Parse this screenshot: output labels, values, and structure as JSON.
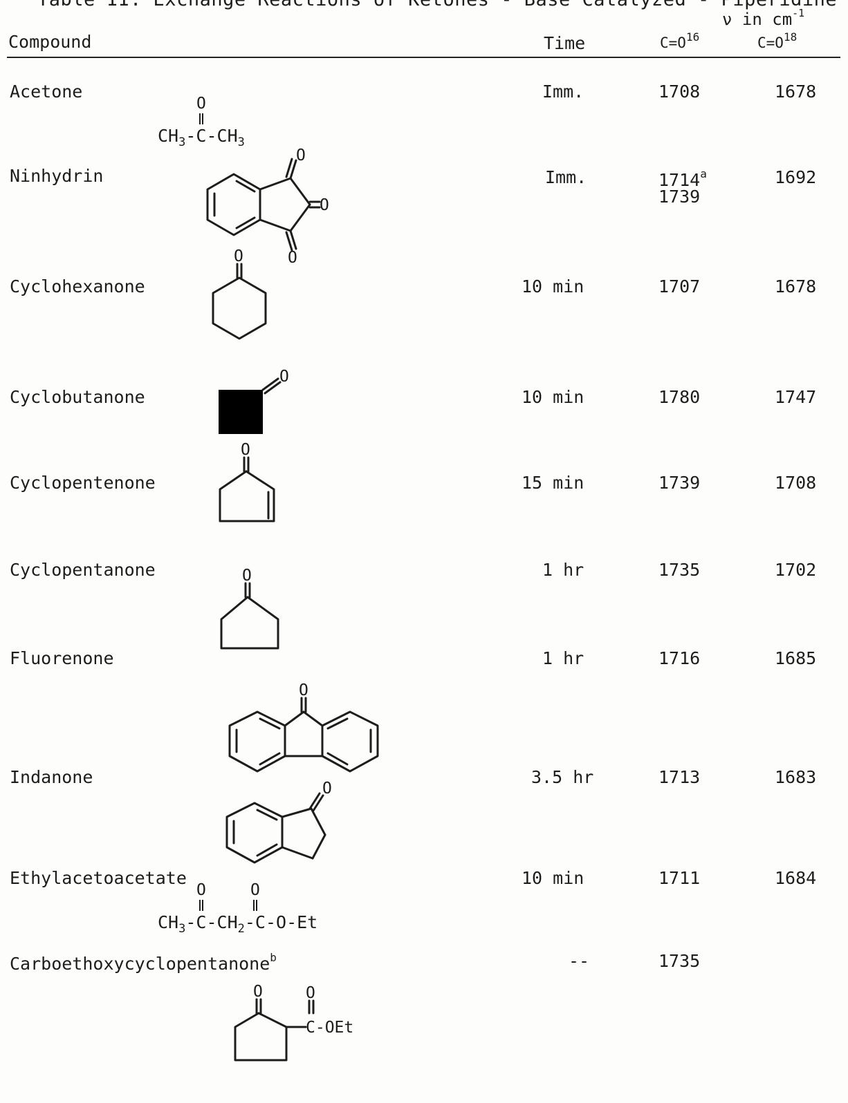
{
  "title": "Table II. Exchange Reactions of Ketones - Base Catalyzed - Piperidine",
  "header": {
    "nu_symbol": "ν",
    "nu_unit": "in cm",
    "nu_unit_exp": "-1",
    "compound": "Compound",
    "time": "Time",
    "c16_base": "C=O",
    "c16_exp": "16",
    "c18_base": "C=O",
    "c18_exp": "18"
  },
  "rows": [
    {
      "compound": "Acetone",
      "time": "Imm.",
      "c16": "1708",
      "c18": "1678"
    },
    {
      "compound": "Ninhydrin",
      "time": "Imm.",
      "c16": "1714",
      "c16_mark": "a",
      "c16_second": "1739",
      "c18": "1692"
    },
    {
      "compound": "Cyclohexanone",
      "time": "10 min",
      "c16": "1707",
      "c18": "1678"
    },
    {
      "compound": "Cyclobutanone",
      "time": "10 min",
      "c16": "1780",
      "c18": "1747"
    },
    {
      "compound": "Cyclopentenone",
      "time": "15 min",
      "c16": "1739",
      "c18": "1708"
    },
    {
      "compound": "Cyclopentanone",
      "time": "1 hr",
      "c16": "1735",
      "c18": "1702"
    },
    {
      "compound": "Fluorenone",
      "time": "1 hr",
      "c16": "1716",
      "c18": "1685"
    },
    {
      "compound": "Indanone",
      "time": "3.5 hr",
      "c16": "1713",
      "c18": "1683"
    },
    {
      "compound": "Ethylacetoacetate",
      "time": "10 min",
      "c16": "1711",
      "c18": "1684"
    },
    {
      "compound": "Carboethoxycyclopentanone",
      "compound_mark": "b",
      "time": "--",
      "c16": "1735",
      "c18": ""
    }
  ],
  "formulas": {
    "acetone": {
      "ch3": "CH",
      "sub3": "3",
      "c": "-C-",
      "ch3b": "CH",
      "sub3b": "3",
      "o": "O"
    },
    "eaa": {
      "ch3": "CH",
      "sub3": "3",
      "c1": "-C-",
      "ch2": "CH",
      "sub2": "2",
      "c2": "-C-O-Et",
      "o": "O"
    },
    "atom_o": "O",
    "ester": "C-OEt"
  }
}
